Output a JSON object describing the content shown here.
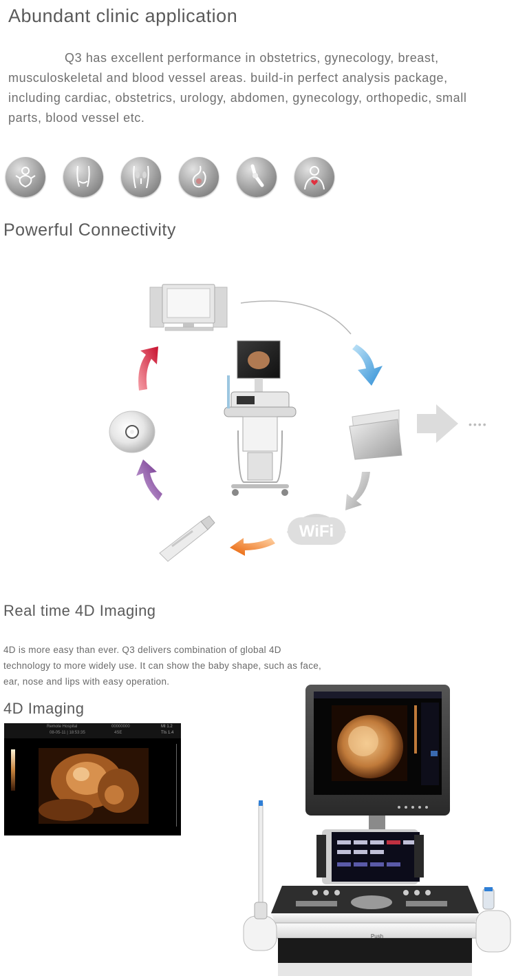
{
  "section1": {
    "title": "Abundant clinic application",
    "paragraph_lines": [
      "Q3 has excellent performance in obstetrics, gynecology, breast,",
      "musculoskeletal and blood vessel areas. build-in perfect analysis package,",
      "including cardiac, obstetrics, urology, abdomen, gynecology, orthopedic, small",
      "parts, blood vessel etc."
    ],
    "icons": [
      "baby-icon",
      "abdomen-icon",
      "urology-icon",
      "stomach-icon",
      "joint-icon",
      "heart-torso-icon"
    ]
  },
  "section2": {
    "title": "Powerful Connectivity",
    "wifi_label": "WiFi",
    "ellipsis": "••••",
    "nodes": [
      "computer-icon",
      "ultrasound-machine-icon",
      "folder-icon",
      "wifi-icon",
      "usb-drive-icon",
      "cd-disc-icon"
    ]
  },
  "section3": {
    "title": "Real time 4D Imaging",
    "paragraph_lines": [
      "4D is more easy than ever.  Q3 delivers combination of global 4D",
      "technology to more widely use. It can show the baby shape, such as face,",
      "ear, nose and lips with easy operation."
    ],
    "subtitle": "4D Imaging",
    "scan_header": {
      "hospital": "Remote Hospital",
      "id": "00000000",
      "date": "08-05-11 | 18:53:35",
      "mode": "4SE",
      "mi": "MI 1.2",
      "tis": "TIs 1.4"
    },
    "machine_push_label": "Push"
  },
  "colors": {
    "arrow_blue": "#4fa6e0",
    "arrow_red": "#d92a3a",
    "arrow_purple": "#7a3d94",
    "arrow_orange": "#f07a1a",
    "scan_amber": "#c87a3a"
  }
}
